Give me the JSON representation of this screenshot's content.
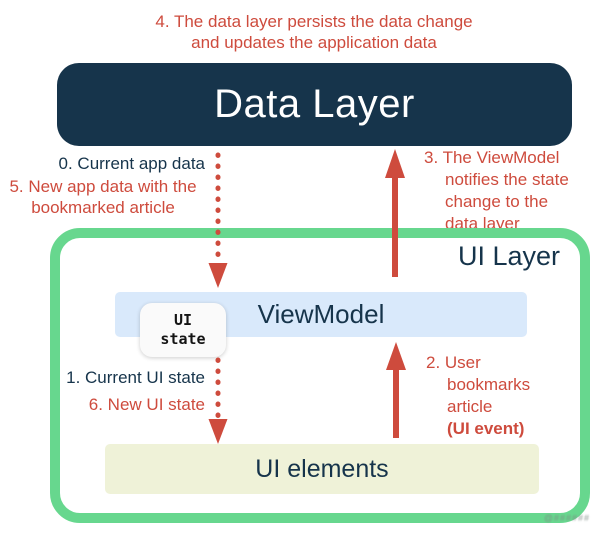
{
  "colors": {
    "navy": "#16344B",
    "red": "#CE4B3D",
    "green": "#67D78E",
    "light_blue": "#D9E9FB",
    "light_yellow": "#EFF2D8",
    "white": "#FFFFFF"
  },
  "boxes": {
    "data_layer_label": "Data Layer",
    "ui_layer_label": "UI Layer",
    "viewmodel_label": "ViewModel",
    "ui_state": {
      "line1": "UI",
      "line2": "state"
    },
    "ui_elements_label": "UI elements"
  },
  "annotations": {
    "step4": {
      "line1": "4. The data layer persists the data change",
      "line2": "and updates the application data"
    },
    "step0": "0. Current app data",
    "step5": {
      "line1": "5. New app data with the",
      "line2": "bookmarked article"
    },
    "step3": {
      "lines": [
        "3. The ViewModel",
        "notifies the state",
        "change to the",
        "data layer"
      ]
    },
    "step1": "1. Current UI state",
    "step6": "6. New UI state",
    "step2": {
      "lines": [
        "2. User",
        "bookmarks",
        "article",
        "(UI event)"
      ]
    }
  },
  "watermark": "@######"
}
